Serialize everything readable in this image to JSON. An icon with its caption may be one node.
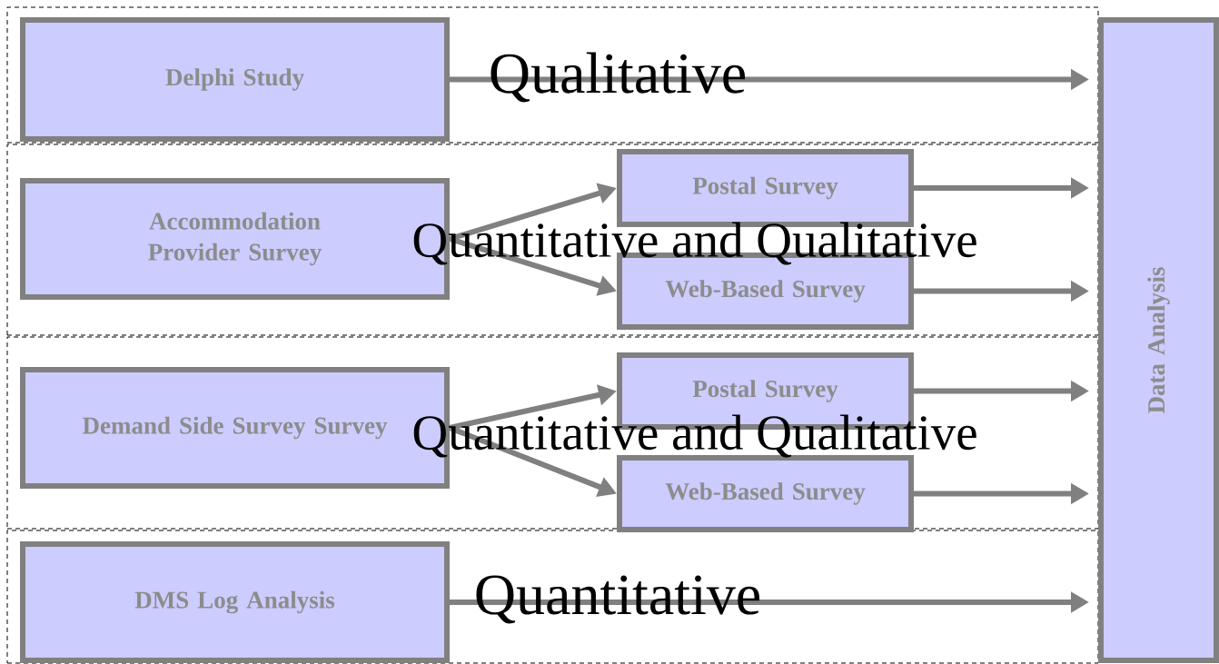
{
  "diagram": {
    "nodes": [
      {
        "text": [
          "Qualitative"
        ]
      },
      {
        "text": [
          "Delphi Study"
        ],
        "in": 0
      },
      {
        "text": [
          "Quantitative and Qualitative"
        ]
      },
      {
        "text": [
          "Accommodation Provider Survey"
        ],
        "in": 2
      },
      {
        "text": [
          "Postal Survey"
        ],
        "in": 2
      },
      {
        "text": [
          "Web-Based Survey"
        ],
        "in": 2
      },
      {
        "text": [
          "Quantitative and Qualitative"
        ]
      },
      {
        "text": [
          "Demand Side Survey Survey"
        ],
        "in": 6
      },
      {
        "text": [
          "Postal Survey"
        ],
        "in": 6
      },
      {
        "text": [
          "Web-Based Survey"
        ],
        "in": 6
      },
      {
        "text": [
          "Quantitative"
        ]
      },
      {
        "text": [
          "DMS Log Analysis"
        ],
        "in": 10
      },
      {
        "text": [
          "Data Analysis"
        ]
      }
    ],
    "edges": [
      {
        "from": 1,
        "to": 12,
        "arrow": "to"
      },
      {
        "from": 3,
        "to": 4,
        "arrow": "to"
      },
      {
        "from": 3,
        "to": 5,
        "arrow": "to"
      },
      {
        "from": 4,
        "to": 12,
        "arrow": "to"
      },
      {
        "from": 5,
        "to": 12,
        "arrow": "to"
      },
      {
        "from": 7,
        "to": 8,
        "arrow": "to"
      },
      {
        "from": 7,
        "to": 9,
        "arrow": "to"
      },
      {
        "from": 8,
        "to": 12,
        "arrow": "to"
      },
      {
        "from": 9,
        "to": 12,
        "arrow": "to"
      },
      {
        "from": 11,
        "to": 12,
        "arrow": "to"
      }
    ]
  }
}
